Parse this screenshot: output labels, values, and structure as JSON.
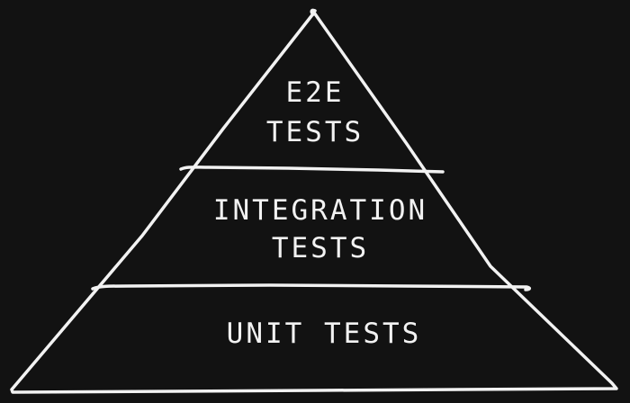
{
  "diagram": {
    "colors": {
      "background": "#121212",
      "stroke": "#f2f2f2",
      "text": "#f2f2f2"
    },
    "layers": [
      {
        "id": "e2e",
        "lines": [
          "E2E",
          "TESTS"
        ]
      },
      {
        "id": "integration",
        "lines": [
          "INTEGRATION",
          "TESTS"
        ]
      },
      {
        "id": "unit",
        "lines": [
          "UNIT TESTS"
        ]
      }
    ]
  }
}
